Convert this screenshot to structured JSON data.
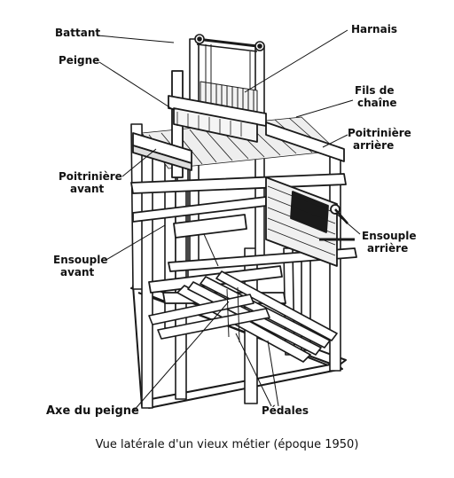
{
  "labels": {
    "battant": "Battant",
    "peigne": "Peigne",
    "poitriniere_avant_1": "Poitrinière",
    "poitriniere_avant_2": "avant",
    "ensouple_avant_1": "Ensouple",
    "ensouple_avant_2": "avant",
    "axe_du_peigne": "Axe du peigne",
    "harnais": "Harnais",
    "fils_de_chaine_1": "Fils de",
    "fils_de_chaine_2": "chaîne",
    "poitriniere_arriere_1": "Poitrinière",
    "poitriniere_arriere_2": "arrière",
    "ensouple_arriere_1": "Ensouple",
    "ensouple_arriere_2": "arrière",
    "pedales": "Pédales"
  },
  "caption": "Vue latérale d'un vieux métier (époque 1950)"
}
